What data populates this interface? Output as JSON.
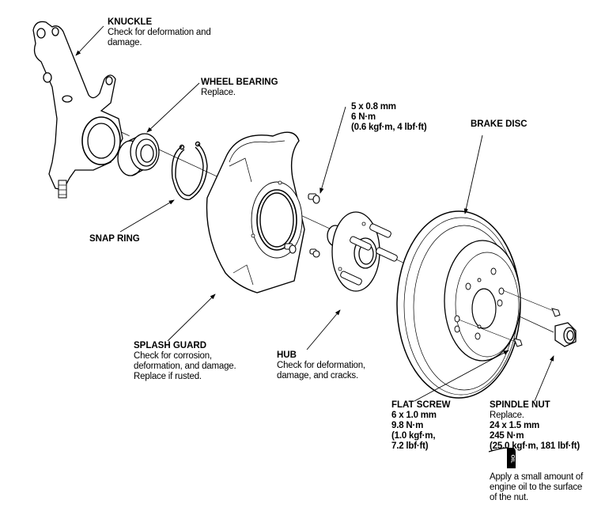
{
  "diagram": {
    "components": [
      {
        "id": "knuckle",
        "title": "KNUCKLE",
        "notes": [
          "Check for deformation and",
          "damage."
        ]
      },
      {
        "id": "wheel-bearing",
        "title": "WHEEL BEARING",
        "notes": [
          "Replace."
        ]
      },
      {
        "id": "bolt",
        "title": "",
        "specs": [
          "5 x 0.8 mm",
          "6 N·m",
          "(0.6 kgf·m, 4 lbf·ft)"
        ]
      },
      {
        "id": "brake-disc",
        "title": "BRAKE DISC"
      },
      {
        "id": "snap-ring",
        "title": "SNAP RING"
      },
      {
        "id": "splash-guard",
        "title": "SPLASH GUARD",
        "notes": [
          "Check for corrosion,",
          "deformation, and damage.",
          "Replace if rusted."
        ]
      },
      {
        "id": "hub",
        "title": "HUB",
        "notes": [
          "Check for deformation,",
          "damage, and cracks."
        ]
      },
      {
        "id": "flat-screw",
        "title": "FLAT SCREW",
        "specs": [
          "6 x 1.0 mm",
          "9.8 N·m",
          "(1.0 kgf·m,",
          "7.2 lbf·ft)"
        ]
      },
      {
        "id": "spindle-nut",
        "title": "SPINDLE NUT",
        "notes": [
          "Replace."
        ],
        "specs": [
          "24 x 1.5 mm",
          "245 N·m",
          "(25.0 kgf·m, 181 lbf·ft)"
        ]
      }
    ],
    "oil_icon_label": "OIL",
    "oil_note": [
      "Apply a small amount of",
      "engine oil to the surface",
      "of the nut."
    ]
  }
}
